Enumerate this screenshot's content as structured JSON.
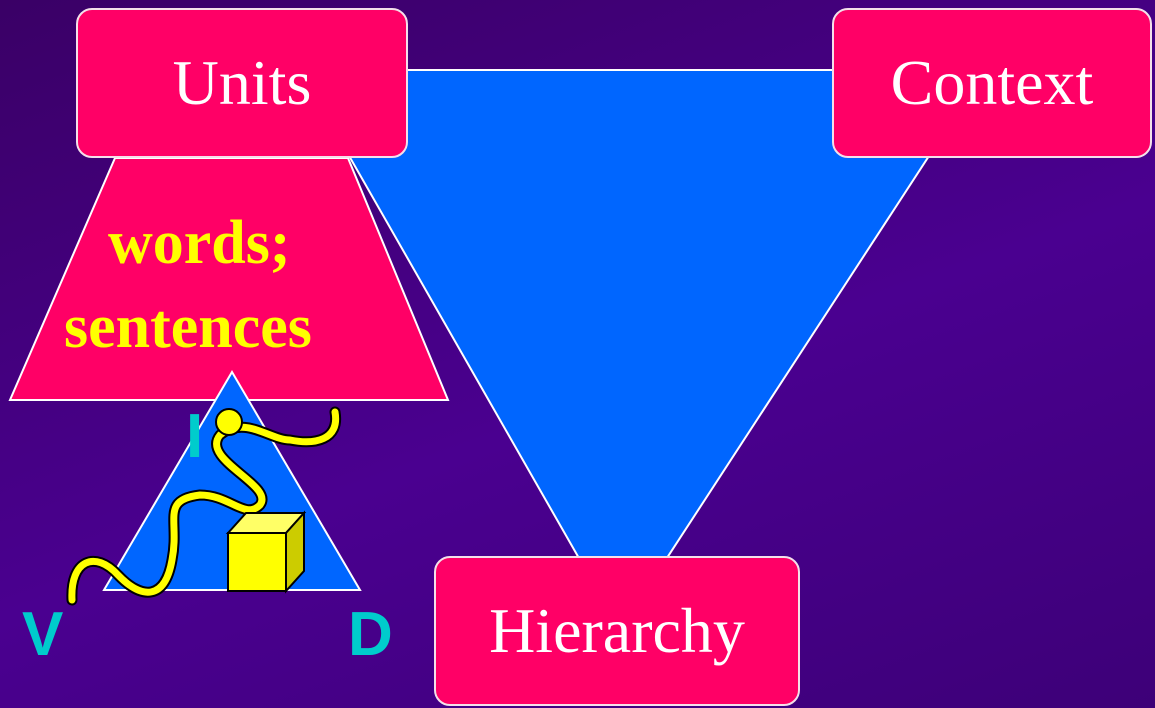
{
  "diagram": {
    "nodes": {
      "units": "Units",
      "context": "Context",
      "hierarchy": "Hierarchy"
    },
    "units_detail": {
      "line1": "words;",
      "line2": "sentences"
    },
    "inset_triangle": {
      "vertex_left": "V",
      "vertex_right": "D",
      "vertex_top": "I"
    },
    "colors": {
      "background": "#40007a",
      "triangle_fill": "#0066ff",
      "box_fill": "#ff0066",
      "box_text": "#ffffff",
      "detail_text": "#ffff00",
      "letter_color": "#00cccc",
      "squiggle": "#ffff00"
    }
  }
}
